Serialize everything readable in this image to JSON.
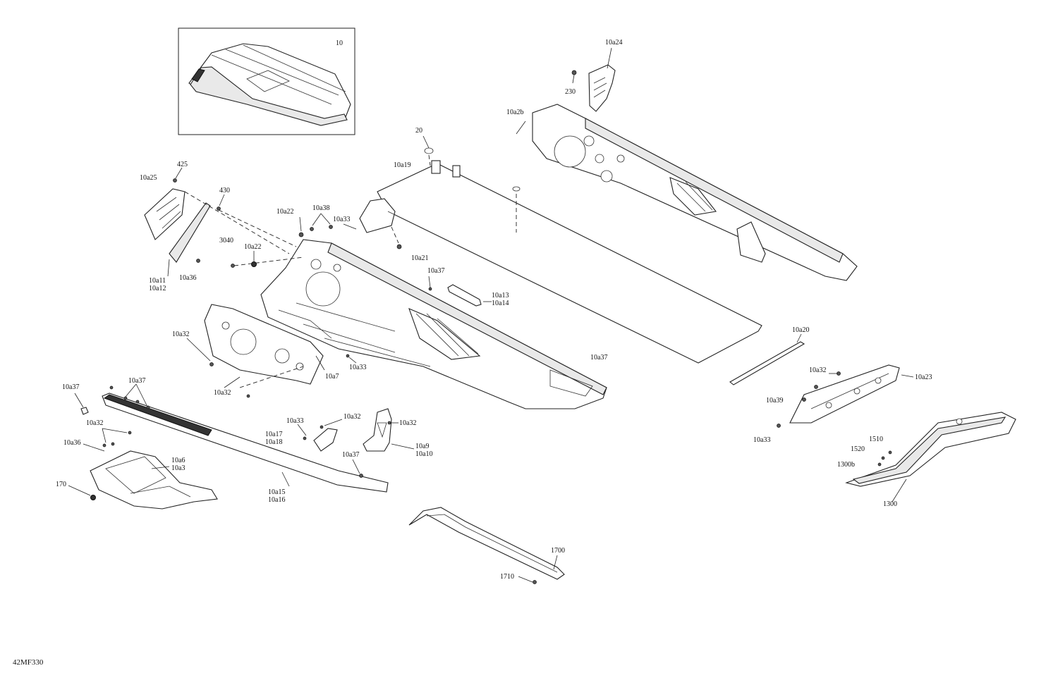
{
  "figure_id": "42MF330",
  "inset_label": "10",
  "labels": {
    "l10a24": "10a24",
    "l230": "230",
    "l10a2b": "10a2b",
    "l20": "20",
    "l10a19": "10a19",
    "l425": "425",
    "l10a25": "10a25",
    "l430": "430",
    "l10a38": "10a38",
    "l10a22_top": "10a22",
    "l10a33_top": "10a33",
    "l3040": "3040",
    "l10a22_mid": "10a22",
    "l10a21": "10a21",
    "l10a11": "10a11",
    "l10a12": "10a12",
    "l10a36_top": "10a36",
    "l10a37_mid": "10a37",
    "l10a13": "10a13",
    "l10a14": "10a14",
    "l10a20": "10a20",
    "l10a32_left": "10a32",
    "l10a37_right": "10a37",
    "l10a33_mid": "10a33",
    "l10a7": "10a7",
    "l10a32_bottom": "10a32",
    "l10a32_right": "10a32",
    "l10a23": "10a23",
    "l10a39": "10a39",
    "l10a33_right": "10a33",
    "l10a37_left": "10a37",
    "l10a37_rail": "10a37",
    "l10a32_lower": "10a32",
    "l10a36_lower": "10a36",
    "l10a6": "10a6",
    "l10a3": "10a3",
    "l170": "170",
    "l10a33_bracket": "10a33",
    "l10a32_bracket": "10a32",
    "l10a32_plate": "10a32",
    "l10a17": "10a17",
    "l10a18": "10a18",
    "l10a9": "10a9",
    "l10a10": "10a10",
    "l10a37_low": "10a37",
    "l10a15": "10a15",
    "l10a16": "10a16",
    "l1510": "1510",
    "l1520": "1520",
    "l1300b": "1300b",
    "l1300": "1300",
    "l1700": "1700",
    "l1710": "1710"
  }
}
